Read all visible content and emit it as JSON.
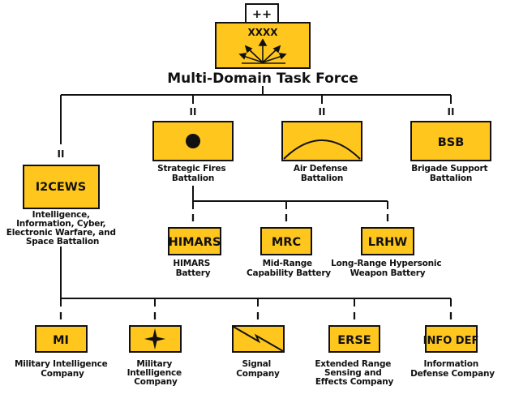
{
  "colors": {
    "unit_fill": "#FFC61E",
    "stroke": "#111111",
    "background": "#ffffff"
  },
  "hq": {
    "command_modifier": "++",
    "echelon": "XXXX",
    "title": "Multi-Domain Task Force",
    "icon": "multi-arrow-icon"
  },
  "echelon_battalion": "II",
  "echelon_company": "I",
  "battalions": [
    {
      "key": "i2cews",
      "symbol": "I2CEWS",
      "label_lines": [
        "Intelligence,",
        "Information, Cyber,",
        "Electronic Warfare, and",
        "Space Battalion"
      ]
    },
    {
      "key": "strategic-fires",
      "symbol": "",
      "icon": "filled-circle-icon",
      "label_lines": [
        "Strategic Fires",
        "Battalion"
      ]
    },
    {
      "key": "air-defense",
      "symbol": "",
      "icon": "dome-arc-icon",
      "label_lines": [
        "Air Defense",
        "Battalion"
      ]
    },
    {
      "key": "bsb",
      "symbol": "BSB",
      "label_lines": [
        "Brigade Support",
        "Battalion"
      ]
    }
  ],
  "batteries": [
    {
      "key": "himars",
      "symbol": "HIMARS",
      "label_lines": [
        "HIMARS",
        "Battery"
      ]
    },
    {
      "key": "mrc",
      "symbol": "MRC",
      "label_lines": [
        "Mid-Range",
        "Capability Battery"
      ]
    },
    {
      "key": "lrhw",
      "symbol": "LRHW",
      "label_lines": [
        "Long-Range Hypersonic",
        "Weapon Battery"
      ]
    }
  ],
  "companies": [
    {
      "key": "mi-1",
      "symbol": "MI",
      "label_lines": [
        "Military Intelligence",
        "Company"
      ]
    },
    {
      "key": "mi-2",
      "symbol": "",
      "icon": "star-burst-icon",
      "label_lines": [
        "Military",
        "Intelligence",
        "Company"
      ]
    },
    {
      "key": "signal",
      "symbol": "",
      "icon": "lightning-bolt-icon",
      "label_lines": [
        "Signal",
        "Company"
      ]
    },
    {
      "key": "erse",
      "symbol": "ERSE",
      "label_lines": [
        "Extended Range",
        "Sensing and",
        "Effects Company"
      ]
    },
    {
      "key": "info-def",
      "symbol": "INFO DEF",
      "label_lines": [
        "Information",
        "Defense Company"
      ]
    }
  ]
}
